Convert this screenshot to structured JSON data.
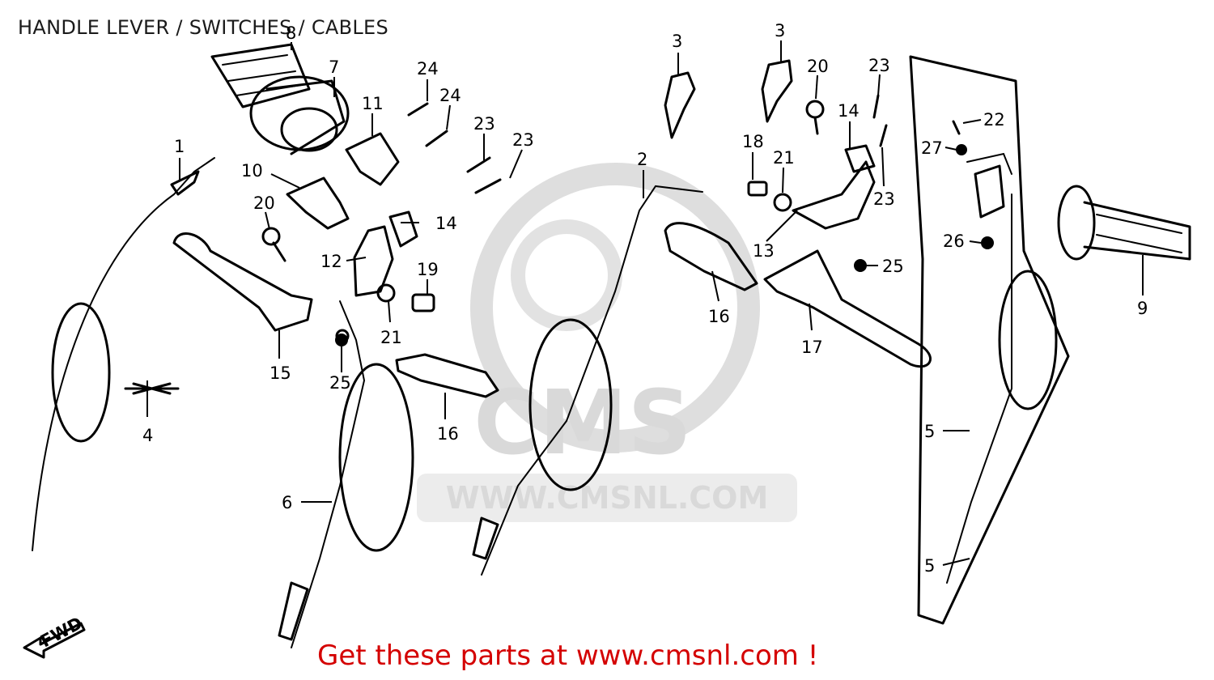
{
  "title": "HANDLE LEVER / SWITCHES /  CABLES",
  "watermark": {
    "logo_text": "CMS",
    "url_text": "WWW.CMSNL.COM"
  },
  "fwd_label": "FWD",
  "footer": "Get these parts at www.cmsnl.com !",
  "colors": {
    "footer_text": "#d40000",
    "watermark": "#d9d9d9"
  },
  "callouts": {
    "c1": "1",
    "c2": "2",
    "c3a": "3",
    "c3b": "3",
    "c4": "4",
    "c5a": "5",
    "c5b": "5",
    "c6": "6",
    "c7": "7",
    "c8": "8",
    "c9": "9",
    "c10": "10",
    "c11": "11",
    "c12": "12",
    "c13": "13",
    "c14a": "14",
    "c14b": "14",
    "c15": "15",
    "c16a": "16",
    "c16b": "16",
    "c17": "17",
    "c18": "18",
    "c19": "19",
    "c20a": "20",
    "c20b": "20",
    "c21a": "21",
    "c21b": "21",
    "c22": "22",
    "c23a": "23",
    "c23b": "23",
    "c23c": "23",
    "c23d": "23",
    "c24a": "24",
    "c24b": "24",
    "c25a": "25",
    "c25b": "25",
    "c26": "26",
    "c27": "27"
  }
}
